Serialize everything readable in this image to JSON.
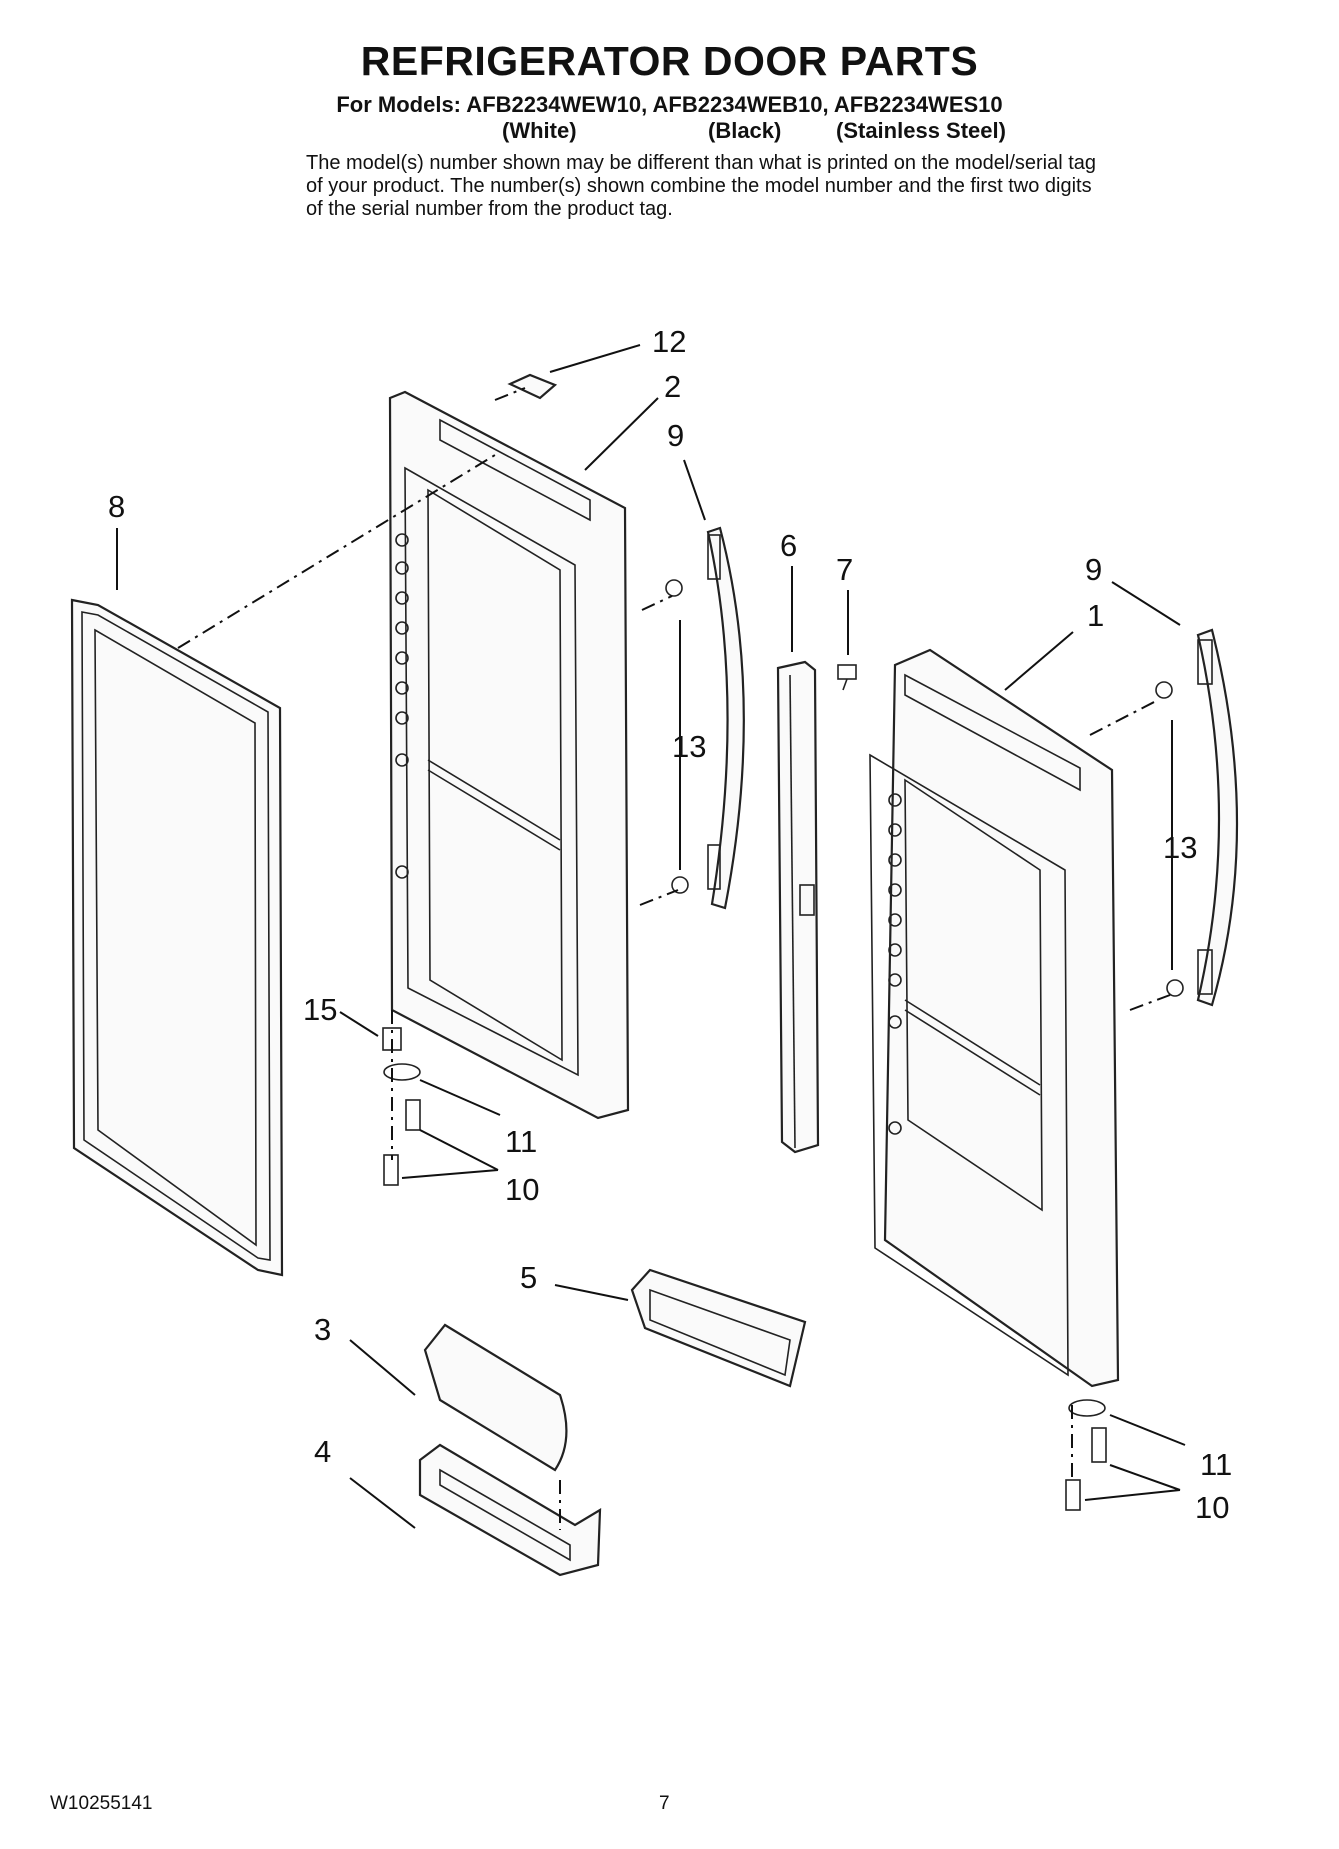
{
  "header": {
    "title": "REFRIGERATOR DOOR PARTS",
    "models_line": "For Models: AFB2234WEW10, AFB2234WEB10, AFB2234WES10",
    "variants": [
      "(White)",
      "(Black)",
      "(Stainless Steel)"
    ],
    "disclaimer": "The model(s) number shown may be different than what is printed on the model/serial tag of your product. The number(s) shown combine the model number and the first two digits of the serial number from the product tag."
  },
  "diagram": {
    "callouts": [
      "12",
      "2",
      "9",
      "8",
      "6",
      "7",
      "9",
      "1",
      "13",
      "13",
      "15",
      "11",
      "10",
      "5",
      "3",
      "4",
      "11",
      "10"
    ]
  },
  "footer": {
    "doc_number": "W10255141",
    "page_number": "7"
  }
}
